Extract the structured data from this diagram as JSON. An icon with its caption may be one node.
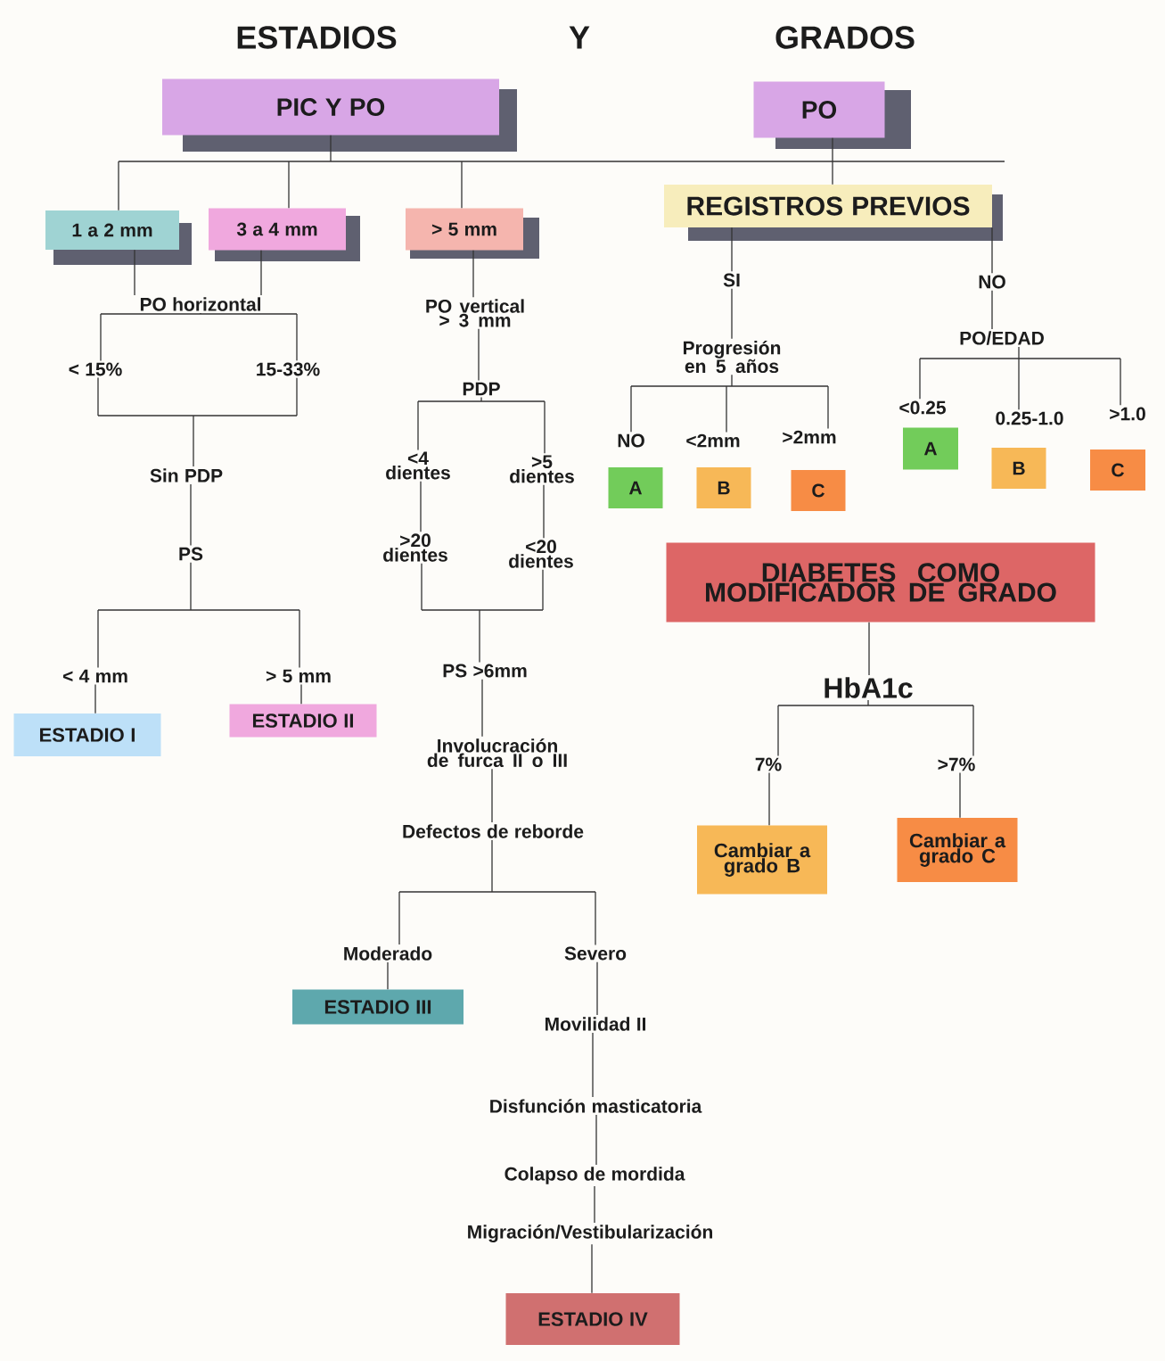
{
  "diagram": {
    "nodes": [
      {
        "text": [
          "PIC Y PO"
        ]
      },
      {
        "text": [
          "PO"
        ]
      },
      {
        "text": [
          "1 a 2 mm"
        ]
      },
      {
        "text": [
          "3 a 4 mm"
        ]
      },
      {
        "text": [
          "> 5 mm"
        ]
      },
      {
        "text": [
          "REGISTROS PREVIOS"
        ]
      },
      {
        "text": [
          "PO horizontal"
        ]
      },
      {
        "text": [
          "< 15%"
        ]
      },
      {
        "text": [
          "15-33%"
        ]
      },
      {
        "text": [
          "Sin PDP"
        ]
      },
      {
        "text": [
          "PS"
        ]
      },
      {
        "text": [
          "< 4 mm"
        ]
      },
      {
        "text": [
          "> 5 mm"
        ]
      },
      {
        "text": [
          "ESTADIO I"
        ]
      },
      {
        "text": [
          "ESTADIO II"
        ]
      },
      {
        "text": [
          "PO vertical > 3 mm"
        ]
      },
      {
        "text": [
          "PDP"
        ]
      },
      {
        "text": [
          "<4 dientes"
        ]
      },
      {
        "text": [
          ">5 dientes"
        ]
      },
      {
        "text": [
          ">20 dientes"
        ]
      },
      {
        "text": [
          "<20 dientes"
        ]
      },
      {
        "text": [
          "PS >6mm"
        ]
      },
      {
        "text": [
          "Involucración de furca II o III"
        ]
      },
      {
        "text": [
          "Defectos de reborde"
        ]
      },
      {
        "text": [
          "Moderado"
        ]
      },
      {
        "text": [
          "Severo"
        ]
      },
      {
        "text": [
          "ESTADIO III"
        ]
      },
      {
        "text": [
          "Movilidad II"
        ]
      },
      {
        "text": [
          "Disfunción masticatoria"
        ]
      },
      {
        "text": [
          "Colapso de mordida"
        ]
      },
      {
        "text": [
          "Migración/Vestibularización"
        ]
      },
      {
        "text": [
          "ESTADIO IV"
        ]
      },
      {
        "text": [
          "SI"
        ]
      },
      {
        "text": [
          "NO"
        ]
      },
      {
        "text": [
          "Progresión en 5 años"
        ]
      },
      {
        "text": [
          "PO/EDAD"
        ]
      },
      {
        "text": [
          "NO"
        ]
      },
      {
        "text": [
          "<2mm"
        ]
      },
      {
        "text": [
          ">2mm"
        ]
      },
      {
        "text": [
          "A"
        ]
      },
      {
        "text": [
          "B"
        ]
      },
      {
        "text": [
          "C"
        ]
      },
      {
        "text": [
          "<0.25"
        ]
      },
      {
        "text": [
          "0.25-1.0"
        ]
      },
      {
        "text": [
          ">1.0"
        ]
      },
      {
        "text": [
          "A"
        ]
      },
      {
        "text": [
          "B"
        ]
      },
      {
        "text": [
          "C"
        ]
      },
      {
        "text": [
          "DIABETES COMO MODIFICADOR DE GRADO"
        ]
      },
      {
        "text": [
          "HbA1c"
        ]
      },
      {
        "text": [
          "7%"
        ]
      },
      {
        "text": [
          ">7%"
        ]
      },
      {
        "text": [
          "Cambiar a grado B"
        ]
      },
      {
        "text": [
          "Cambiar a grado C"
        ]
      }
    ],
    "edges": [
      {
        "from": 0,
        "to": 2,
        "arrow": "none"
      },
      {
        "from": 0,
        "to": 3,
        "arrow": "none"
      },
      {
        "from": 0,
        "to": 4,
        "arrow": "none"
      },
      {
        "from": 1,
        "to": 5,
        "arrow": "none"
      },
      {
        "from": 2,
        "to": 6,
        "arrow": "none"
      },
      {
        "from": 3,
        "to": 6,
        "arrow": "none"
      },
      {
        "from": 6,
        "to": 7,
        "arrow": "none"
      },
      {
        "from": 6,
        "to": 8,
        "arrow": "none"
      },
      {
        "from": 7,
        "to": 9,
        "arrow": "none"
      },
      {
        "from": 8,
        "to": 9,
        "arrow": "none"
      },
      {
        "from": 9,
        "to": 10,
        "arrow": "none"
      },
      {
        "from": 10,
        "to": 11,
        "arrow": "none"
      },
      {
        "from": 10,
        "to": 12,
        "arrow": "none"
      },
      {
        "from": 11,
        "to": 13,
        "arrow": "none"
      },
      {
        "from": 12,
        "to": 14,
        "arrow": "none"
      },
      {
        "from": 4,
        "to": 15,
        "arrow": "none"
      },
      {
        "from": 15,
        "to": 16,
        "arrow": "none"
      },
      {
        "from": 16,
        "to": 17,
        "arrow": "none"
      },
      {
        "from": 16,
        "to": 18,
        "arrow": "none"
      },
      {
        "from": 17,
        "to": 19,
        "arrow": "none"
      },
      {
        "from": 18,
        "to": 20,
        "arrow": "none"
      },
      {
        "from": 19,
        "to": 21,
        "arrow": "none"
      },
      {
        "from": 20,
        "to": 21,
        "arrow": "none"
      },
      {
        "from": 21,
        "to": 22,
        "arrow": "none"
      },
      {
        "from": 22,
        "to": 23,
        "arrow": "none"
      },
      {
        "from": 23,
        "to": 24,
        "arrow": "none"
      },
      {
        "from": 23,
        "to": 25,
        "arrow": "none"
      },
      {
        "from": 24,
        "to": 26,
        "arrow": "none"
      },
      {
        "from": 25,
        "to": 27,
        "arrow": "none"
      },
      {
        "from": 27,
        "to": 28,
        "arrow": "none"
      },
      {
        "from": 28,
        "to": 29,
        "arrow": "none"
      },
      {
        "from": 29,
        "to": 30,
        "arrow": "none"
      },
      {
        "from": 30,
        "to": 31,
        "arrow": "none"
      },
      {
        "from": 5,
        "to": 32,
        "arrow": "none"
      },
      {
        "from": 5,
        "to": 33,
        "arrow": "none"
      },
      {
        "from": 32,
        "to": 34,
        "arrow": "none"
      },
      {
        "from": 33,
        "to": 35,
        "arrow": "none"
      },
      {
        "from": 34,
        "to": 36,
        "arrow": "none"
      },
      {
        "from": 34,
        "to": 37,
        "arrow": "none"
      },
      {
        "from": 34,
        "to": 38,
        "arrow": "none"
      },
      {
        "from": 35,
        "to": 42,
        "arrow": "none"
      },
      {
        "from": 35,
        "to": 43,
        "arrow": "none"
      },
      {
        "from": 35,
        "to": 44,
        "arrow": "none"
      },
      {
        "from": 48,
        "to": 49,
        "arrow": "none"
      },
      {
        "from": 49,
        "to": 50,
        "arrow": "none"
      },
      {
        "from": 49,
        "to": 51,
        "arrow": "none"
      },
      {
        "from": 50,
        "to": 52,
        "arrow": "none"
      },
      {
        "from": 51,
        "to": 53,
        "arrow": "none"
      }
    ],
    "labels": [
      "ESTADIOS",
      "Y",
      "GRADOS"
    ]
  }
}
